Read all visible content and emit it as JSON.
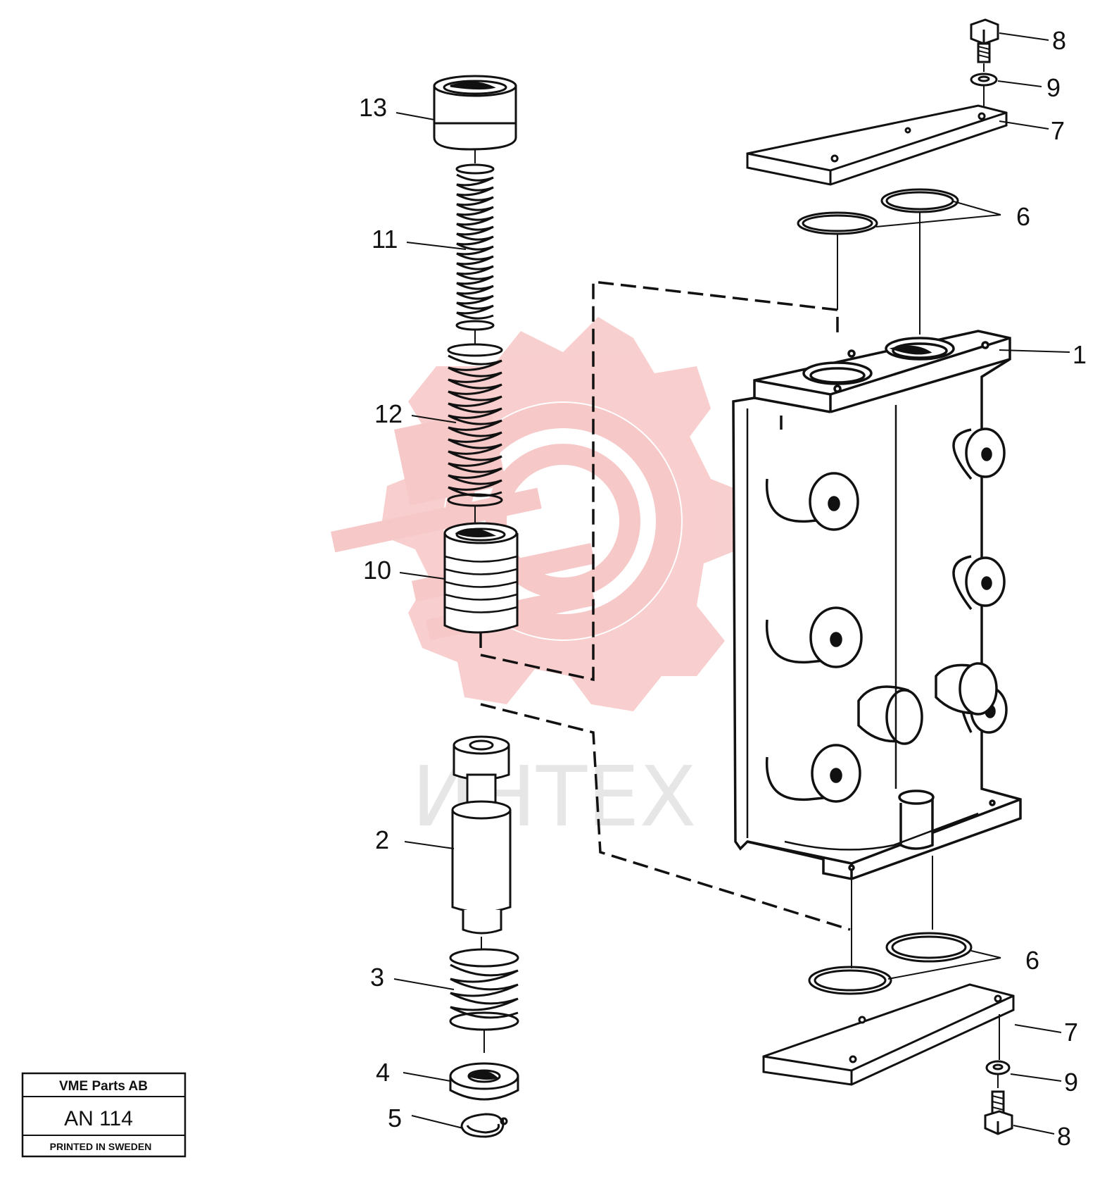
{
  "watermark": {
    "text": "ИНТЕХ",
    "color": "#f6c6c6",
    "text_color": "#e6e6e6"
  },
  "title_block": {
    "company": "VME Parts AB",
    "code": "AN 114",
    "footer": "PRINTED IN SWEDEN"
  },
  "callouts": {
    "c1": "1",
    "c2": "2",
    "c3": "3",
    "c4": "4",
    "c5": "5",
    "c6_top": "6",
    "c6_bottom": "6",
    "c7_top": "7",
    "c7_bottom": "7",
    "c8_top": "8",
    "c8_bottom": "8",
    "c9_top": "9",
    "c9_bottom": "9",
    "c10": "10",
    "c11": "11",
    "c12": "12",
    "c13": "13"
  },
  "colors": {
    "line": "#111111",
    "paper": "#ffffff"
  }
}
